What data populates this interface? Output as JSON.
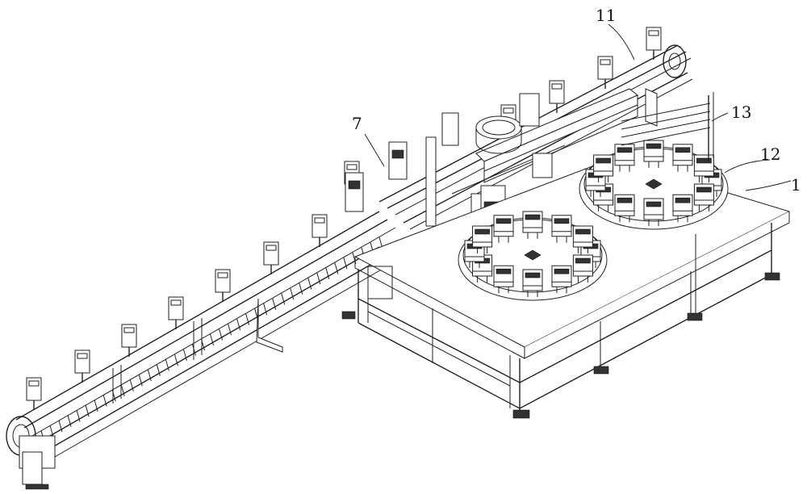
{
  "labels": {
    "n11": "11",
    "n7": "7",
    "n13": "13",
    "n12": "12",
    "n1": "1"
  }
}
